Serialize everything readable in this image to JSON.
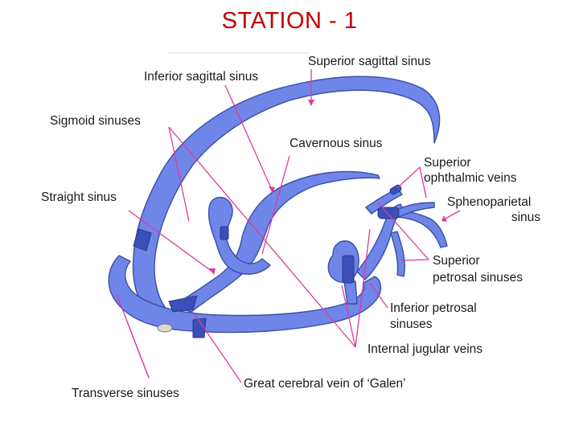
{
  "title": "STATION - 1",
  "labels": {
    "superior_sagittal_sinus": "Superior sagittal sinus",
    "inferior_sagittal_sinus": "Inferior sagittal sinus",
    "sigmoid_sinuses": "Sigmoid sinuses",
    "cavernous_sinus": "Cavernous sinus",
    "superior_ophthalmic_veins_1": "Superior",
    "superior_ophthalmic_veins_2": "ophthalmic veins",
    "straight_sinus": "Straight sinus",
    "sphenoparietal_sinus_1": "Sphenoparietal",
    "sphenoparietal_sinus_2": "sinus",
    "superior_petrosal_sinuses_1": "Superior",
    "superior_petrosal_sinuses_2": "petrosal sinuses",
    "inferior_petrosal_sinuses_1": "Inferior petrosal",
    "inferior_petrosal_sinuses_2": "sinuses",
    "internal_jugular_veins": "Internal jugular veins",
    "great_cerebral_vein": "Great cerebral vein of ‘Galen’",
    "transverse_sinuses": "Transverse sinuses"
  },
  "colors": {
    "title": "#c00000",
    "vein_fill": "#6f86e8",
    "vein_outline": "#3a4fa8",
    "pointer": "#e0399a"
  }
}
